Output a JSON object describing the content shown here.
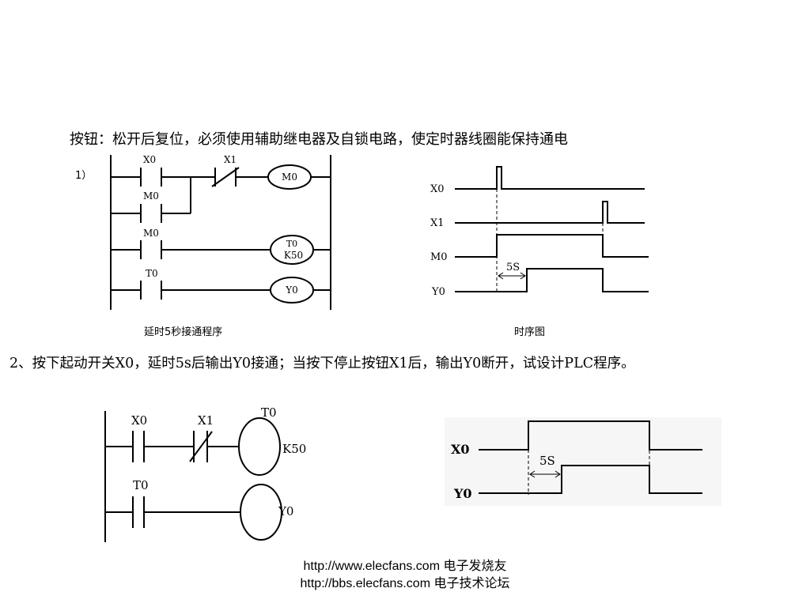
{
  "note_1": "按钮：松开后复位，必须使用辅助继电器及自锁电路，使定时器线圈能保持通电",
  "ladder_1": {
    "number": "1）",
    "contacts": {
      "x0": "X0",
      "x1": "X1",
      "m0_hold": "M0",
      "m0": "M0",
      "t0": "T0"
    },
    "coils": {
      "m0": "M0",
      "t0_name": "T0",
      "t0_k": "K50",
      "y0": "Y0"
    },
    "caption": "延时5秒接通程序"
  },
  "timing_1": {
    "signals": [
      "X0",
      "X1",
      "M0",
      "Y0"
    ],
    "delay": "5S",
    "caption": "时序图"
  },
  "note_2": "2、按下起动开关X0，延时5s后输出Y0接通；当按下停止按钮X1后，输出Y0断开，试设计PLC程序。",
  "ladder_2": {
    "contacts": {
      "x0": "X0",
      "x1": "X1",
      "t0": "T0"
    },
    "coils": {
      "t0_name": "T0",
      "t0_k": "K50",
      "y0": "Y0"
    }
  },
  "timing_2": {
    "signals": [
      "X0",
      "Y0"
    ],
    "delay": "5S"
  },
  "footer": "http://www.elecfans.com 电子发烧友 http://bbs.elecfans.com 电子技术论坛"
}
